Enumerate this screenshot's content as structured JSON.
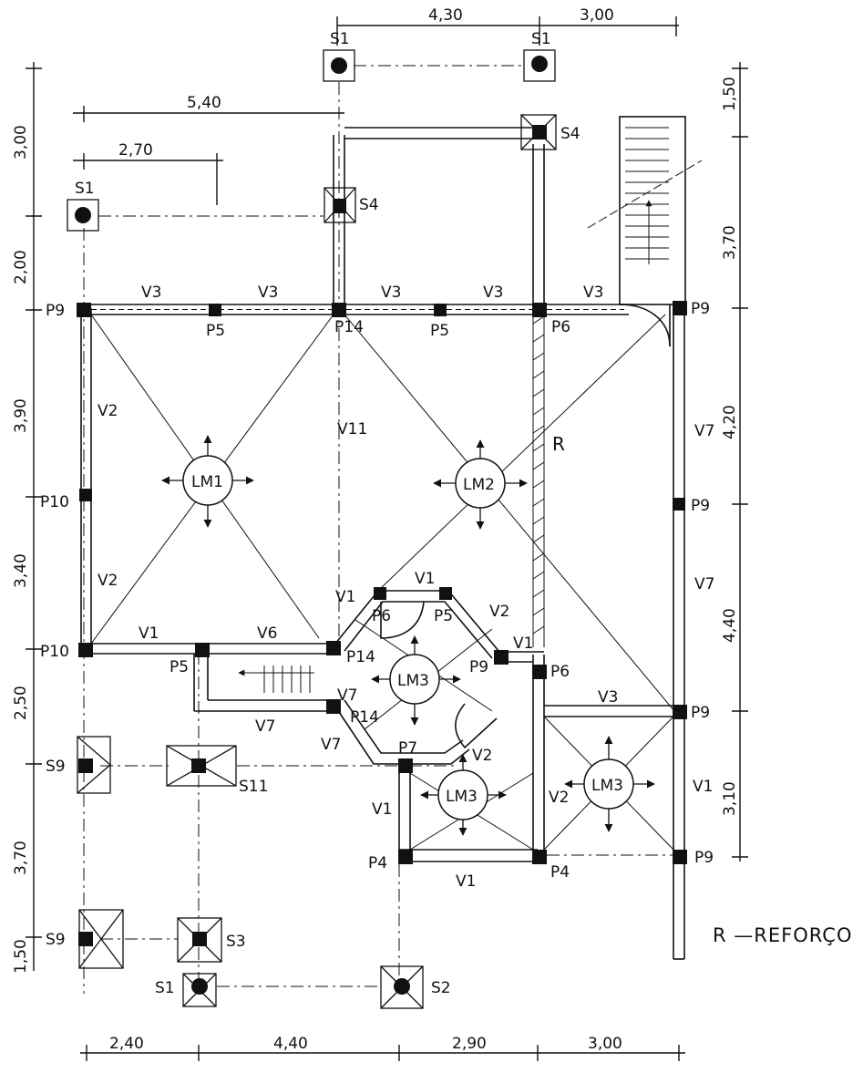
{
  "dimensions": {
    "top_a": "4,30",
    "top_b": "3,00",
    "upper_540": "5,40",
    "upper_270": "2,70",
    "bottom": [
      "2,40",
      "4,40",
      "2,90",
      "3,00"
    ],
    "left": [
      "3,00",
      "2,00",
      "3,90",
      "3,40",
      "2,50",
      "3,70",
      "1,50"
    ],
    "right": [
      "1,50",
      "3,70",
      "4,20",
      "4,40",
      "3,10"
    ]
  },
  "footings": {
    "s1": "S1",
    "s2": "S2",
    "s3": "S3",
    "s4": "S4",
    "s9": "S9",
    "s11": "S11"
  },
  "pillars": {
    "p4": "P4",
    "p5": "P5",
    "p6": "P6",
    "p7": "P7",
    "p9": "P9",
    "p10": "P10",
    "p14": "P14"
  },
  "beams": {
    "v1": "V1",
    "v2": "V2",
    "v3": "V3",
    "v6": "V6",
    "v7": "V7",
    "v11": "V11"
  },
  "slabs": {
    "lm1": "LM1",
    "lm2": "LM2",
    "lm3": "LM3"
  },
  "reinforcement_mark": "R",
  "legend": {
    "text": "R —REFORÇO"
  }
}
